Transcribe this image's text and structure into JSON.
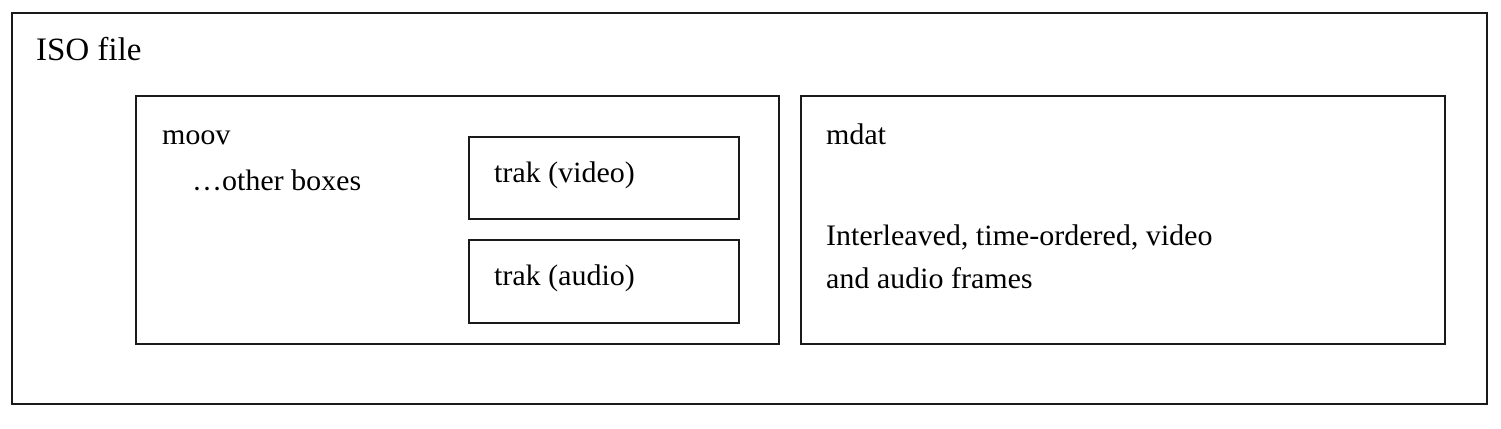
{
  "diagram": {
    "iso_file": {
      "label": "ISO file"
    },
    "moov": {
      "label": "moov",
      "other": "…other boxes",
      "trak_video": "trak (video)",
      "trak_audio": "trak (audio)"
    },
    "mdat": {
      "label": "mdat",
      "line1": "Interleaved, time-ordered, video",
      "line2": "and audio frames"
    }
  },
  "colors": {
    "border": "#1a1a1a",
    "background": "#ffffff",
    "text": "#000000"
  }
}
